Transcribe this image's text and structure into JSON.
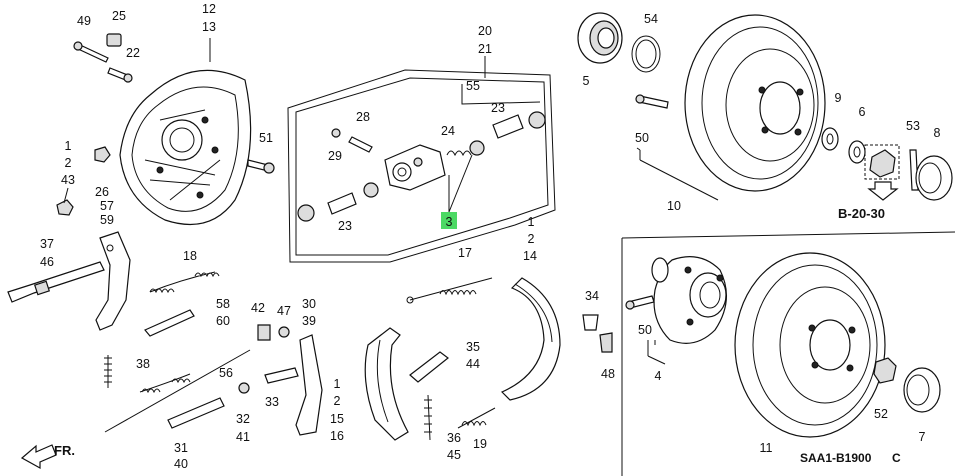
{
  "diagram": {
    "drawing_code": "SAA1-B1900",
    "drawing_suffix": "C",
    "reference_label": "B-20-30",
    "front_label": "FR.",
    "highlight_color": "#4cd964",
    "highlighted_callout": "3",
    "callouts": {
      "c49": "49",
      "c25": "25",
      "c22": "22",
      "c12": "12",
      "c13": "13",
      "c1a": "1",
      "c2a": "2",
      "c43": "43",
      "c26": "26",
      "c51": "51",
      "c57": "57",
      "c59": "59",
      "c37": "37",
      "c46": "46",
      "c18": "18",
      "c58": "58",
      "c60": "60",
      "c38": "38",
      "c56": "56",
      "c31": "31",
      "c40": "40",
      "c42": "42",
      "c47": "47",
      "c30": "30",
      "c39": "39",
      "c32": "32",
      "c41": "41",
      "c33": "33",
      "c1b": "1",
      "c2b": "2",
      "c15": "15",
      "c16": "16",
      "c20": "20",
      "c21": "21",
      "c55": "55",
      "c28": "28",
      "c29": "29",
      "c23a": "23",
      "c24": "24",
      "c23b": "23",
      "c3": "3",
      "c1c": "1",
      "c2c": "2",
      "c17": "17",
      "c14": "14",
      "c35": "35",
      "c44": "44",
      "c36": "36",
      "c45": "45",
      "c19": "19",
      "c34": "34",
      "c48": "48",
      "c5": "5",
      "c54": "54",
      "c50a": "50",
      "c10": "10",
      "c9": "9",
      "c6": "6",
      "c53": "53",
      "c8": "8",
      "c50b": "50",
      "c4": "4",
      "c11": "11",
      "c52": "52",
      "c7": "7"
    }
  }
}
